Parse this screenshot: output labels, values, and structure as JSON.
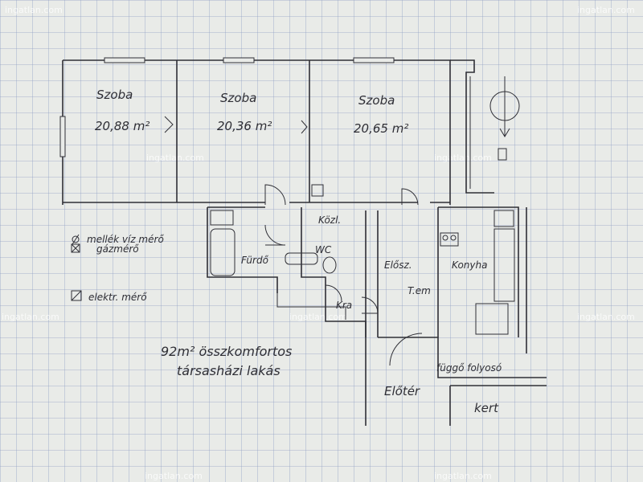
{
  "rooms": {
    "room1": {
      "label": "Szoba",
      "area": "20,88 m²"
    },
    "room2": {
      "label": "Szoba",
      "area": "20,36 m²"
    },
    "room3": {
      "label": "Szoba",
      "area": "20,65 m²"
    },
    "hallway": "Közl.",
    "bathroom": "Fürdő",
    "wc": "WC",
    "entry_hall": "Elősz.",
    "kitchen": "Konyha",
    "pantry": "Kra",
    "closet": "T.em",
    "vestibule": "Előtér",
    "corridor": "függő folyosó",
    "garden": "kert"
  },
  "legend": [
    {
      "icon": "water-meter-icon",
      "text": "mellék víz mérő"
    },
    {
      "icon": "gas-meter-icon",
      "text": "gázmérő"
    },
    {
      "icon": "electric-meter-icon",
      "text": "elektr. mérő"
    }
  ],
  "description": {
    "line1": "92m² összkomfortos",
    "line2": "társasházi lakás"
  },
  "watermark": "ingatlan.com",
  "colors": {
    "paper": "#e9ebe8",
    "grid": "#8fa0c4",
    "ink": "#2f2f36"
  }
}
